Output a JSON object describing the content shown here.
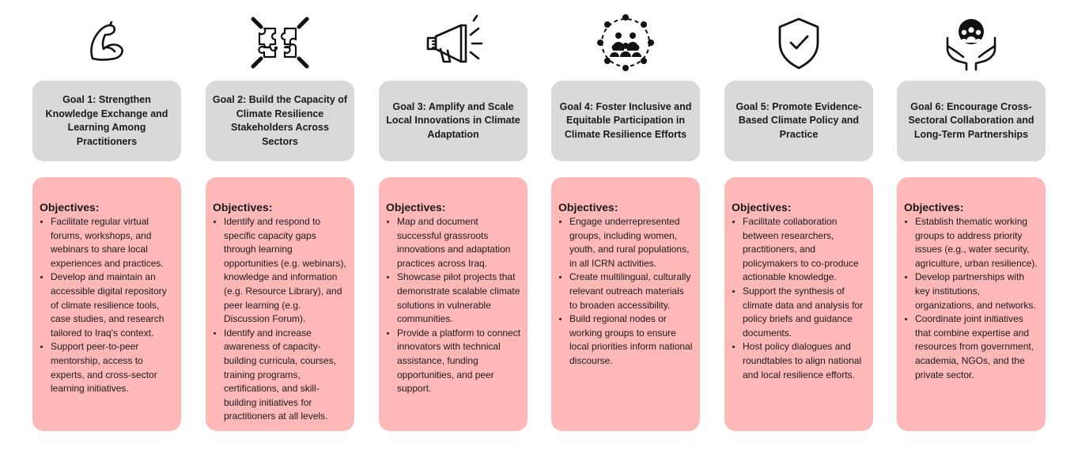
{
  "objectives_heading": "Objectives:",
  "goals": [
    {
      "icon": "flexed-arm-icon",
      "title": "Goal 1: Strengthen Knowledge Exchange and Learning Among Practitioners",
      "objectives": [
        "Facilitate regular virtual forums, workshops, and webinars to share local experiences and practices.",
        "Develop and maintain an accessible digital repository of climate resilience tools, case studies, and research tailored to Iraq's context.",
        "Support peer-to-peer mentorship, access to experts, and cross-sector learning initiatives."
      ]
    },
    {
      "icon": "puzzle-hands-icon",
      "title": "Goal 2: Build the Capacity of Climate Resilience Stakeholders Across Sectors",
      "objectives": [
        "Identify and respond to specific capacity gaps through learning opportunities (e.g. webinars), knowledge and information (e.g. Resource Library), and peer learning (e.g. Discussion Forum).",
        "Identify and increase awareness of capacity-building curricula, courses, training programs, certifications, and skill-building initiatives for practitioners at all levels."
      ]
    },
    {
      "icon": "megaphone-icon",
      "title": "Goal 3: Amplify and Scale Local Innovations in Climate Adaptation",
      "objectives": [
        "Map and document successful grassroots innovations and adaptation practices across Iraq.",
        "Showcase pilot projects that demonstrate scalable climate solutions in vulnerable communities.",
        "Provide a platform to connect innovators with technical assistance, funding opportunities, and peer support."
      ]
    },
    {
      "icon": "community-circle-icon",
      "title": "Goal 4: Foster Inclusive and Equitable Participation in Climate Resilience Efforts",
      "objectives": [
        "Engage underrepresented groups, including women, youth, and rural populations, in all ICRN activities.",
        "Create multilingual, culturally relevant outreach materials to broaden accessibility.",
        "Build regional nodes or working groups to ensure local priorities inform national discourse."
      ]
    },
    {
      "icon": "shield-check-icon",
      "title": "Goal 5: Promote Evidence-Based Climate Policy and Practice",
      "objectives": [
        "Facilitate collaboration between researchers, practitioners, and policymakers to co-produce actionable knowledge.",
        "Support the synthesis of climate data and analysis for policy briefs and guidance documents.",
        "Host policy dialogues and roundtables to align national and local resilience efforts."
      ]
    },
    {
      "icon": "hands-people-globe-icon",
      "title": "Goal 6: Encourage Cross-Sectoral Collaboration and Long-Term Partnerships",
      "objectives": [
        "Establish thematic working groups to address priority issues (e.g., water security, agriculture, urban resilience).",
        "Develop partnerships with key institutions, organizations, and networks.",
        "Coordinate joint initiatives that combine expertise and resources from government, academia, NGOs, and the private sector."
      ]
    }
  ]
}
